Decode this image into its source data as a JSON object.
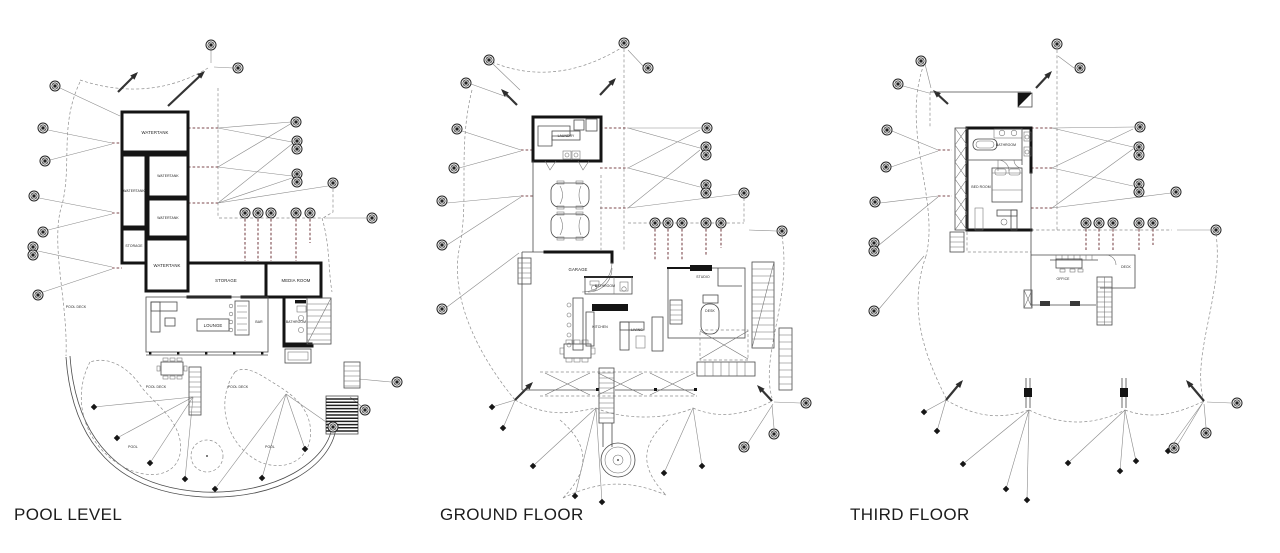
{
  "document": {
    "kind": "architectural floor plan sheet",
    "background": "#ffffff"
  },
  "colors": {
    "walls": "#141414",
    "thin_lines": "#4a4a4a",
    "dashed_reference": "#8d8d8d",
    "dashed_accent": "#7e4a4e",
    "text": "#1a1a1a"
  },
  "plans": {
    "pool": {
      "title": "POOL LEVEL",
      "labels": {
        "watertank_main": "WATERTANK",
        "watertank_left": "WATERTANK",
        "watertank_mid_upper": "WATERTANK",
        "watertank_mid_lower": "WATERTANK",
        "watertank_bottom": "WATERTANK",
        "storage_small": "STORAGE",
        "storage": "STORAGE",
        "media_room": "MEDIA ROOM",
        "lounge": "LOUNGE",
        "bar": "BAR",
        "bathroom": "BATHROOM",
        "pool_deck_left": "POOL DECK",
        "pool_deck_mid": "POOL DECK",
        "pool_deck_right": "POOL DECK",
        "pool_left": "POOL",
        "pool_right": "POOL"
      }
    },
    "ground": {
      "title": "GROUND FLOOR",
      "labels": {
        "laundry": "LAUNDRY",
        "garage": "GARAGE",
        "bathroom": "BATHROOM",
        "studio": "STUDIO",
        "desk": "DESK",
        "kitchen": "KITCHEN",
        "living": "LIVING"
      }
    },
    "third": {
      "title": "THIRD FLOOR",
      "labels": {
        "bathroom": "BATHROOM",
        "bedroom": "BED ROOM",
        "office": "OFFICE",
        "deck": "DECK"
      }
    }
  }
}
